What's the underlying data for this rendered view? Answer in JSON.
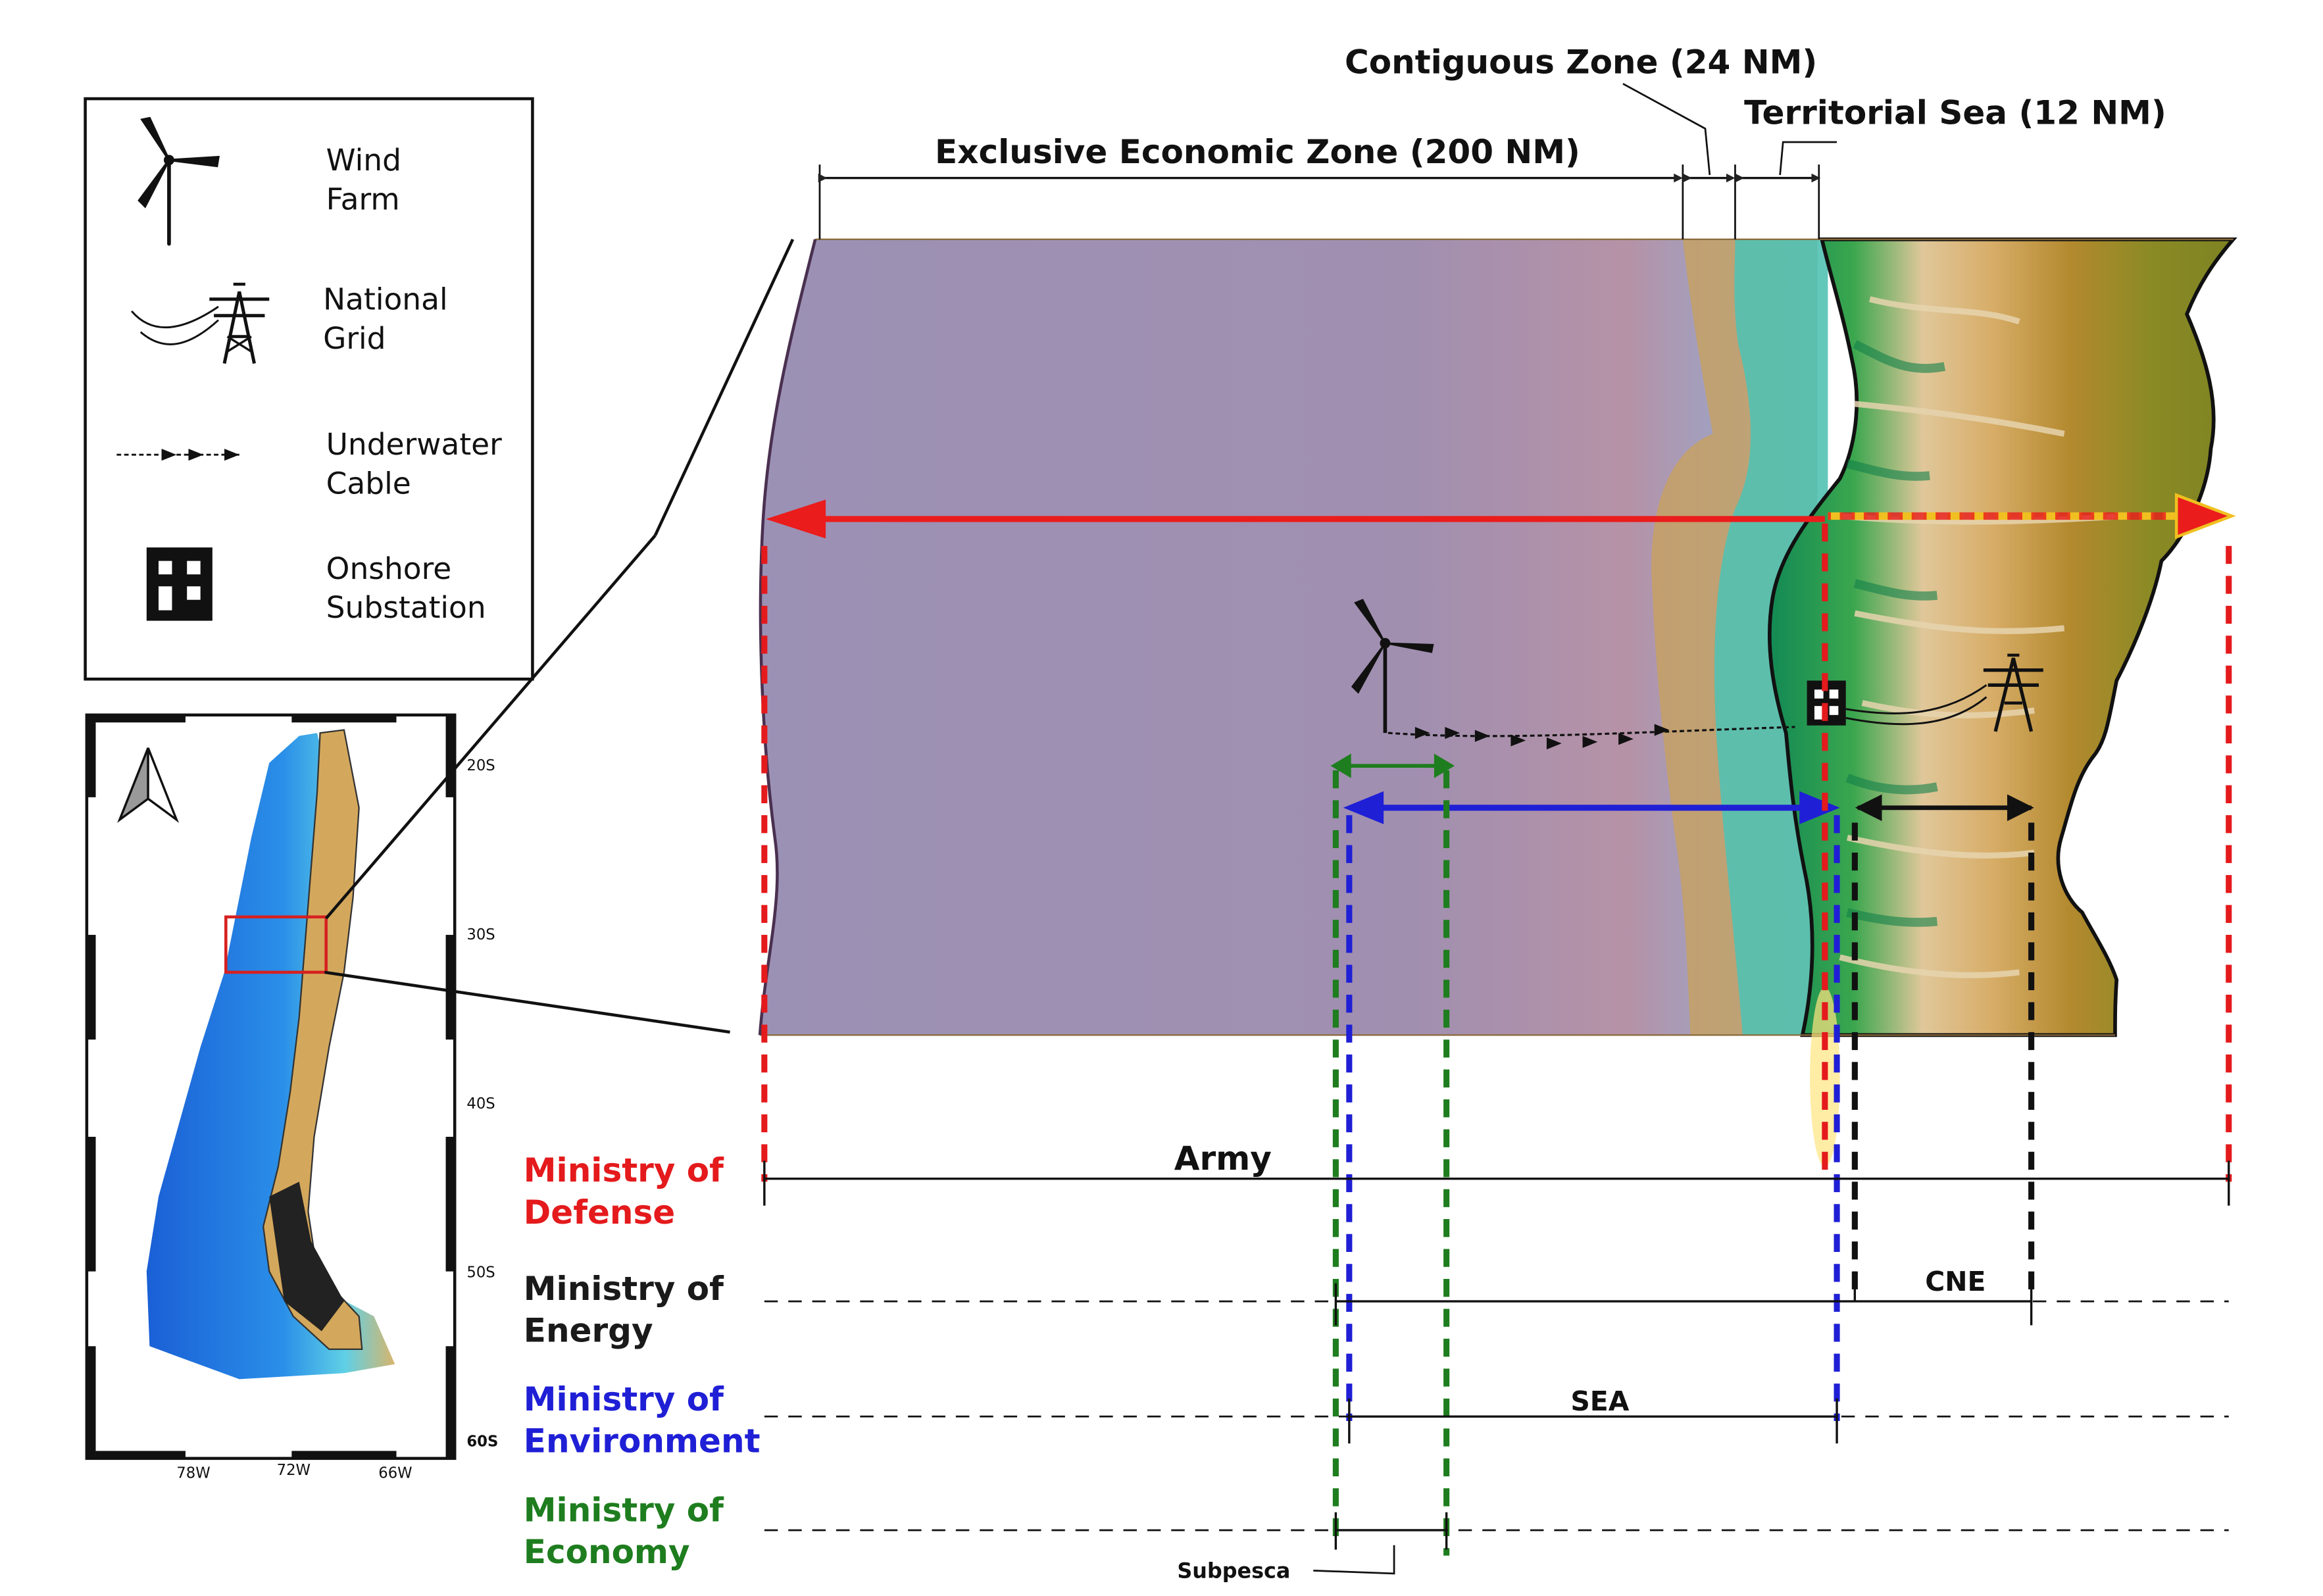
{
  "zones": {
    "eez": "Exclusive Economic Zone (200 NM)",
    "contiguous": "Contiguous Zone (24 NM)",
    "territorial": "Territorial Sea (12 NM)"
  },
  "legend": {
    "wind_farm": [
      "Wind",
      "Farm"
    ],
    "national_grid": [
      "National",
      "Grid"
    ],
    "underwater_cable": [
      "Underwater",
      "Cable"
    ],
    "onshore_substation": [
      "Onshore",
      "Substation"
    ]
  },
  "inset_map": {
    "lat_labels": [
      "20S",
      "30S",
      "40S",
      "50S",
      "60S"
    ],
    "lon_labels": [
      "78W",
      "72W",
      "66W"
    ]
  },
  "ministries": {
    "defense": {
      "lines": [
        "Ministry of",
        "Defense"
      ],
      "agency": "Army",
      "color": "#e41a1c"
    },
    "energy": {
      "lines": [
        "Ministry of",
        "Energy"
      ],
      "agency": "CNE",
      "color": "#1a1a1a"
    },
    "environment": {
      "lines": [
        "Ministry of",
        "Environment"
      ],
      "agency": "SEA",
      "color": "#1f1fd6"
    },
    "economy": {
      "lines": [
        "Ministry of",
        "Economy"
      ],
      "agency": "Subpesca",
      "color": "#1e7d1e"
    }
  },
  "colors": {
    "ocean_deep": "#9a8fb2",
    "coastal_band": "#c9a05a",
    "shelf": "#55c4b4",
    "land_green": "#1f9a54",
    "land_tan": "#d6b070",
    "land_olive": "#8c8a2a"
  }
}
